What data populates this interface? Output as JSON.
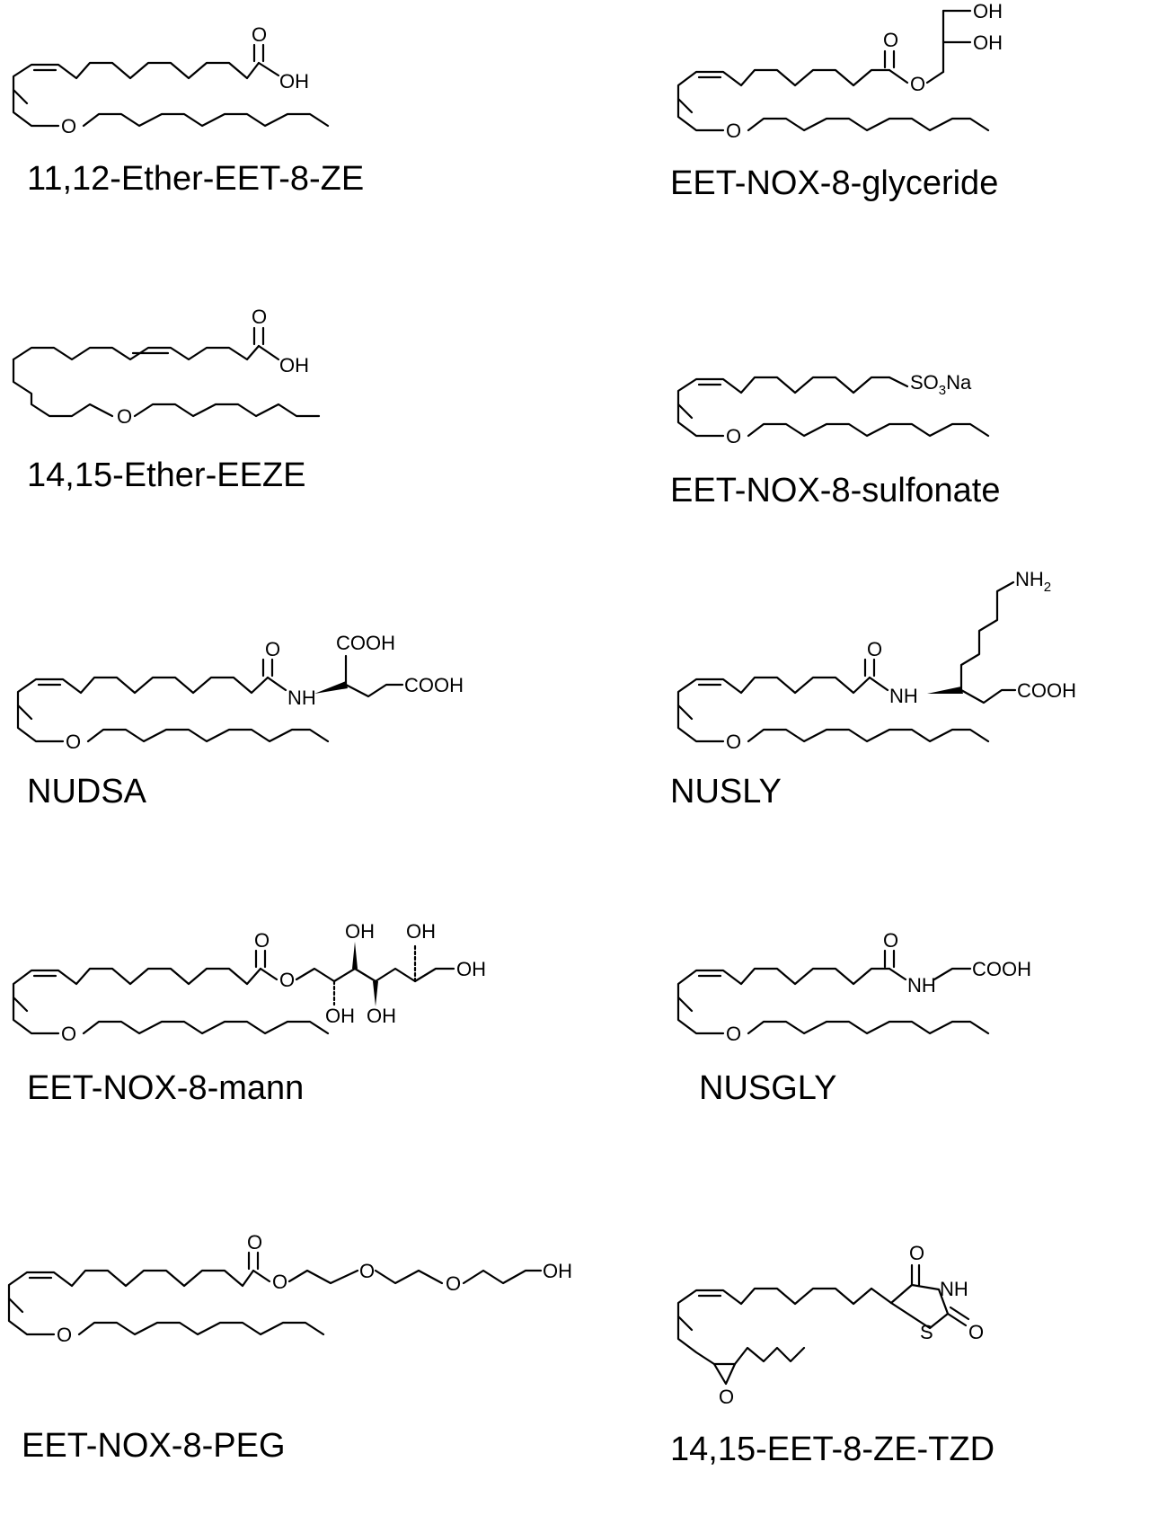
{
  "compounds": [
    {
      "name": "11,12-Ether-EET-8-ZE",
      "groups": [
        "O",
        "OH",
        "O"
      ]
    },
    {
      "name": "EET-NOX-8-glyceride",
      "groups": [
        "O",
        "O",
        "OH",
        "OH",
        "O"
      ]
    },
    {
      "name": "14,15-Ether-EEZE",
      "groups": [
        "O",
        "OH",
        "O"
      ]
    },
    {
      "name": "EET-NOX-8-sulfonate",
      "groups": [
        "SO",
        "3",
        "Na",
        "O"
      ]
    },
    {
      "name": "NUDSA",
      "groups": [
        "O",
        "NH",
        "COOH",
        "COOH",
        "O"
      ]
    },
    {
      "name": "NUSLY",
      "groups": [
        "NH",
        "2",
        "O",
        "NH",
        "COOH",
        "O"
      ]
    },
    {
      "name": "EET-NOX-8-mann",
      "groups": [
        "O",
        "O",
        "OH",
        "OH",
        "OH",
        "OH",
        "OH",
        "O"
      ]
    },
    {
      "name": "NUSGLY",
      "groups": [
        "O",
        "NH",
        "COOH",
        "O"
      ]
    },
    {
      "name": "EET-NOX-8-PEG",
      "groups": [
        "O",
        "O",
        "O",
        "O",
        "OH",
        "O"
      ]
    },
    {
      "name": "14,15-EET-8-ZE-TZD",
      "groups": [
        "O",
        "NH",
        "S",
        "O",
        "O"
      ]
    }
  ]
}
